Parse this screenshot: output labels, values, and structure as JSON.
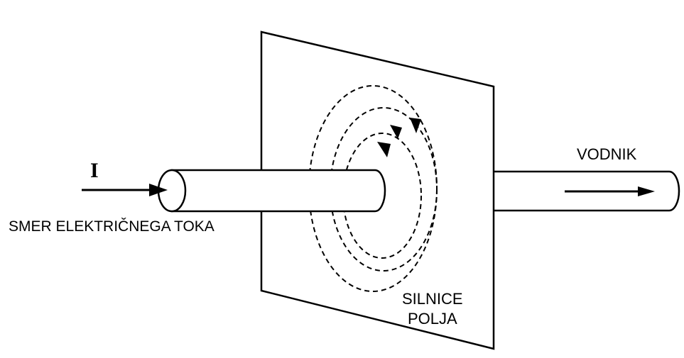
{
  "labels": {
    "current_symbol": "I",
    "current_direction": "SMER ELEKTRIČNEGA TOKA",
    "conductor": "VODNIK",
    "field_lines_line1": "SILNICE",
    "field_lines_line2": "POLJA"
  }
}
